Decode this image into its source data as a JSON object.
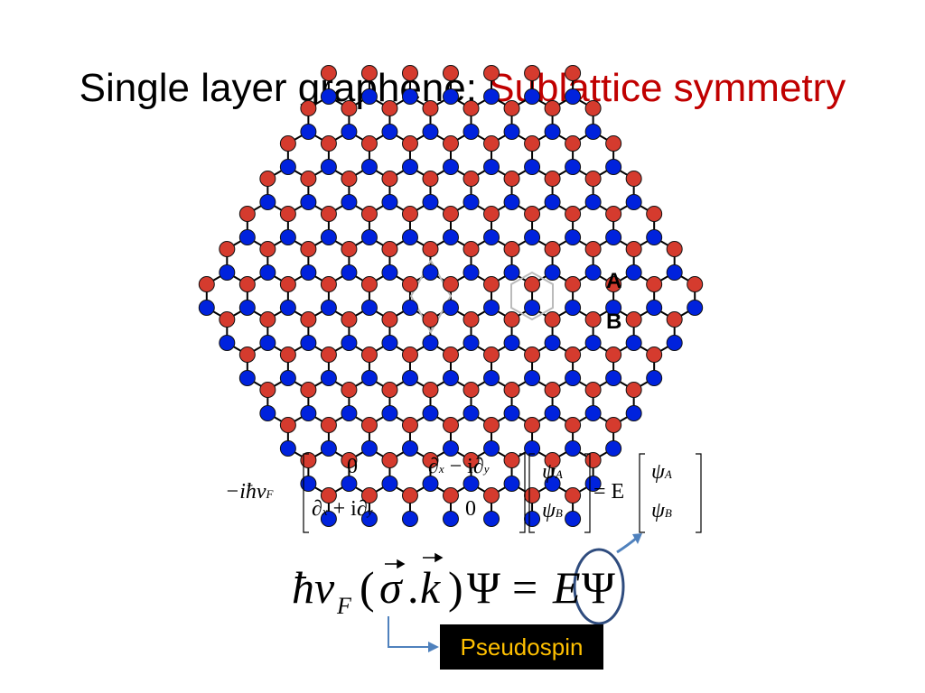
{
  "slide": {
    "title_prefix": "Single layer graphene: ",
    "title_accent": "Sublattice symmetry",
    "accent_color": "#C00000"
  },
  "lattice": {
    "label_a": "A",
    "label_b": "B",
    "site_a_color": "#0022DD",
    "site_b_color": "#D53B2E",
    "bond_color": "#000000",
    "highlight_color": "#BBBBBB"
  },
  "matrix_equation": {
    "prefactor": "−iħv",
    "prefactor_sub": "F",
    "m11": "0",
    "m12_a": "∂",
    "m12_a_sub": "x",
    "m12_op": " − i∂",
    "m12_b_sub": "y",
    "m21_a": "∂",
    "m21_a_sub": "x",
    "m21_op": " + i∂",
    "m21_b_sub": "y",
    "m22": "0",
    "psi_a": "ψ",
    "psi_a_sub": "A",
    "psi_b": "ψ",
    "psi_b_sub": "B",
    "equals_e": "= E"
  },
  "main_equation": {
    "hbar_v": "ħv",
    "sub_f": "F",
    "open": "(",
    "sigma": "σ",
    "dot": ".",
    "k": "k",
    "close": ")",
    "psi": "Ψ",
    "equals": "=",
    "e": "E",
    "psi2": "Ψ"
  },
  "annotations": {
    "pseudospin_label": "Pseudospin",
    "pseudospin_text_color": "#FFC000",
    "arrow_color": "#4F81BD"
  }
}
